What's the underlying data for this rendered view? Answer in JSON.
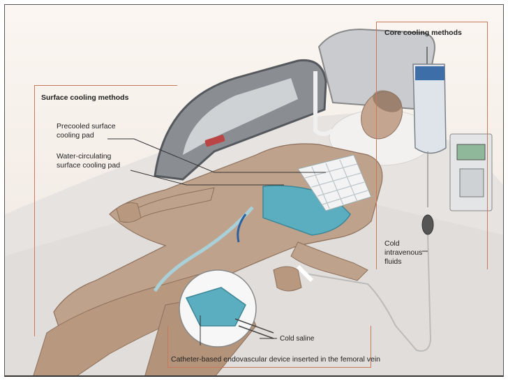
{
  "surface": {
    "title": "Surface cooling methods",
    "precooled_pad": [
      "Precooled surface",
      "cooling pad"
    ],
    "water_pad": [
      "Water-circulating",
      "surface cooling pad"
    ]
  },
  "core": {
    "title": "Core cooling methods",
    "iv_fluids": [
      "Cold",
      "intravenous",
      "fluids"
    ]
  },
  "catheter": {
    "saline": "Cold saline",
    "device": "Catheter-based endovascular device inserted in the femoral vein"
  },
  "colors": {
    "box_border": "#c9785a",
    "pad_blue": "#5aaec0",
    "skin": "#bfa28c",
    "sheet": "#e9e6e4"
  }
}
